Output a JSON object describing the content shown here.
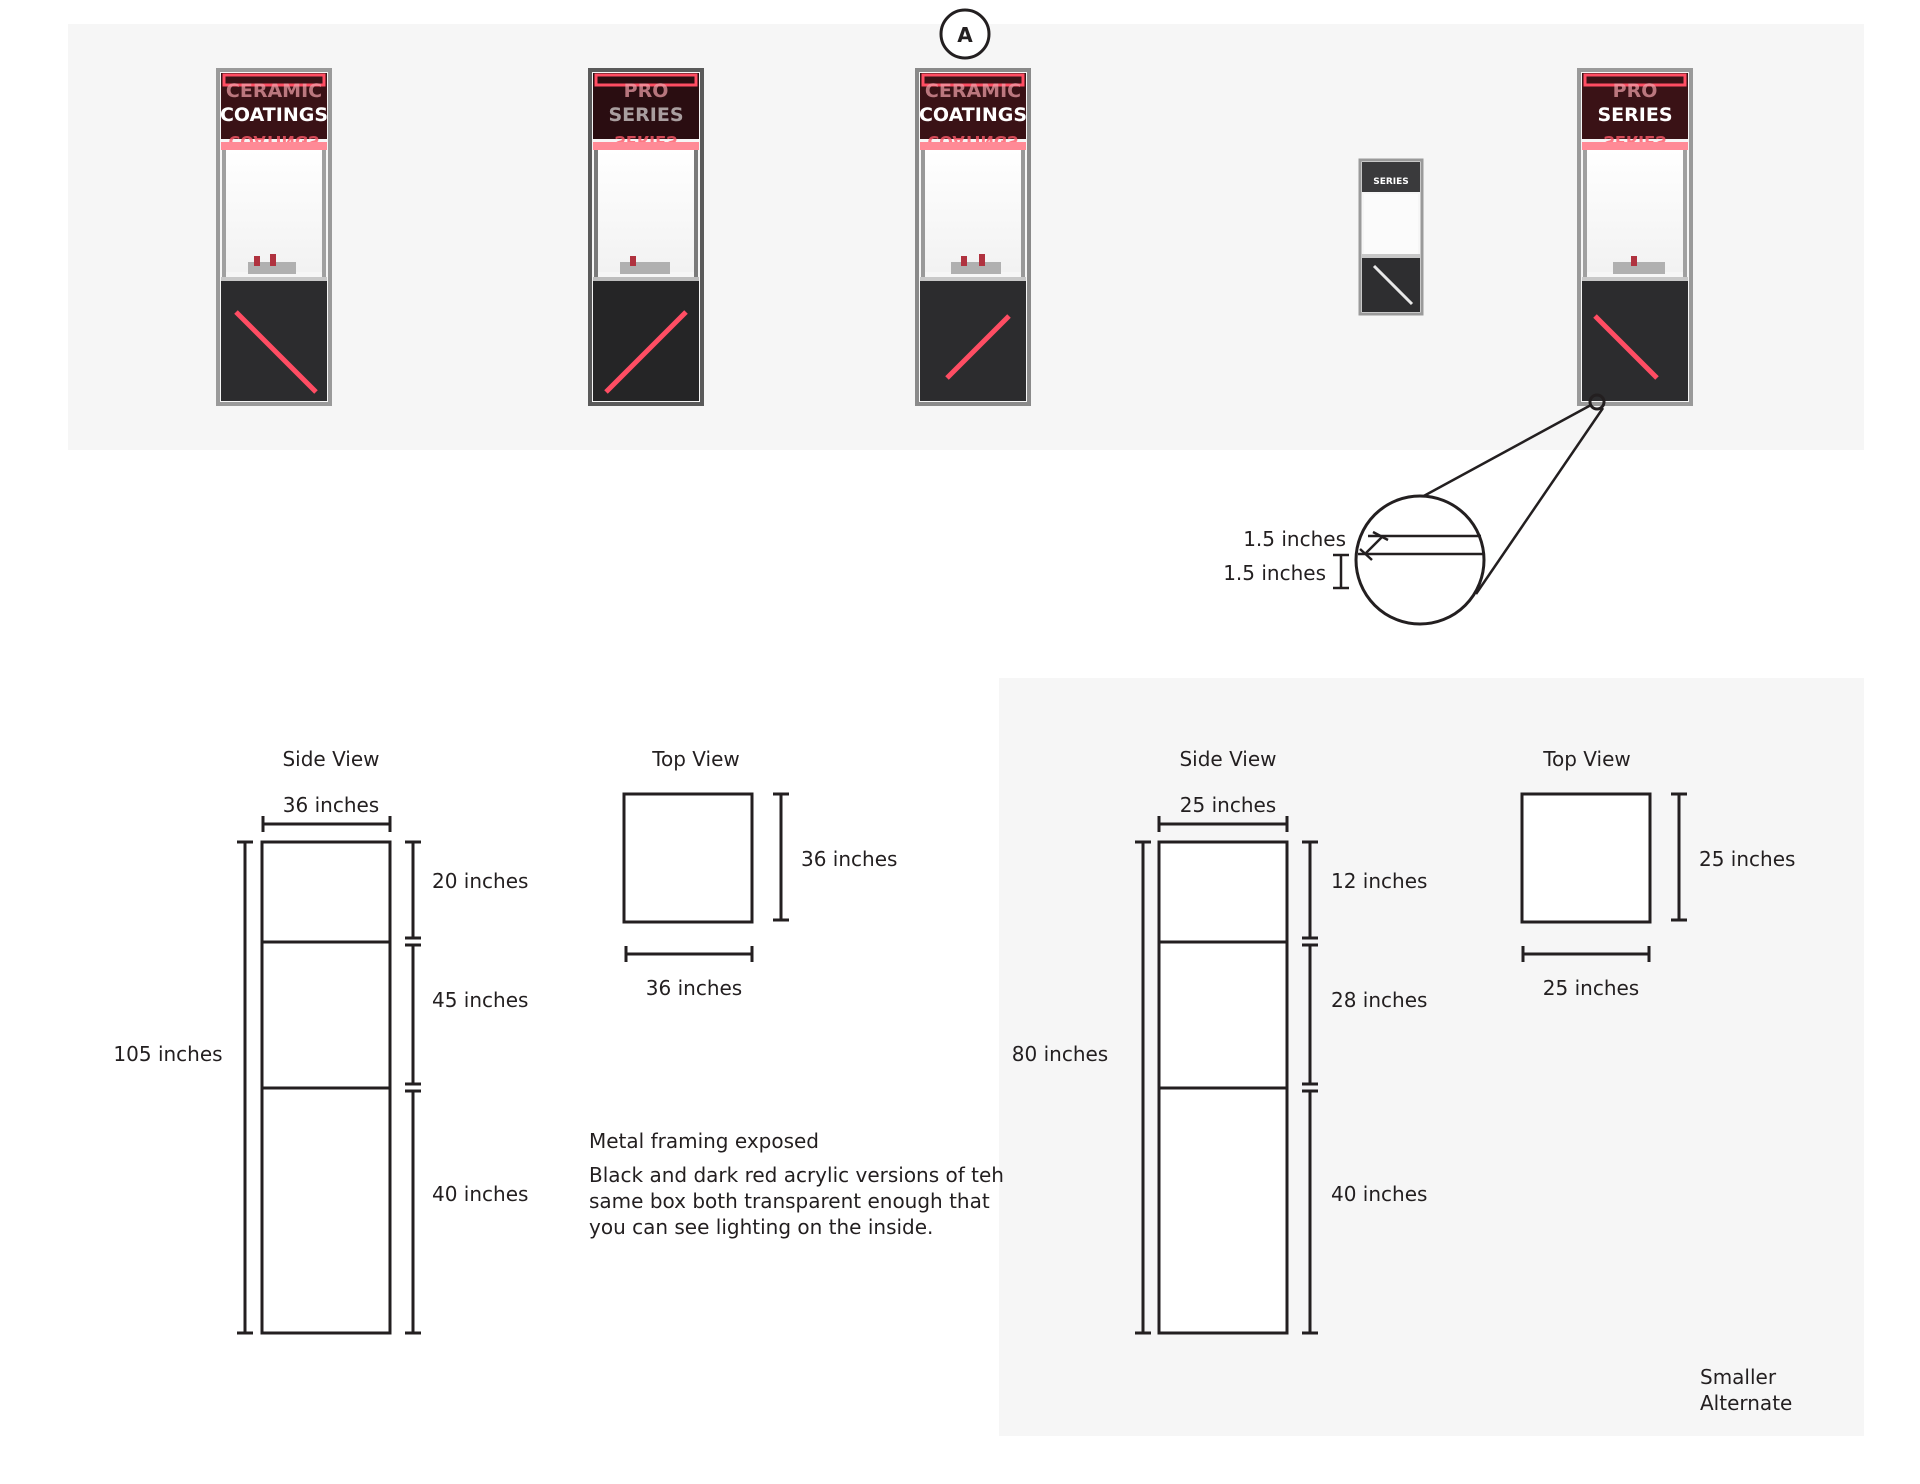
{
  "marker": {
    "label": "A"
  },
  "renders": [
    {
      "top_text": "CERAMIC",
      "main_text": "COATINGS",
      "mirror_text": "COATINGS"
    },
    {
      "top_text": "PRO",
      "main_text": "SERIES",
      "mirror_text": "SERIES"
    },
    {
      "top_text": "CERAMIC",
      "main_text": "COATINGS",
      "mirror_text": "COATINGS"
    },
    {
      "top_text": "PRO",
      "main_text": "SERIES",
      "mirror_text": "SERIES"
    }
  ],
  "small_render": {
    "text": "SERIES"
  },
  "detail": {
    "label_1": "1.5 inches",
    "label_2": "1.5 inches"
  },
  "large": {
    "side_view": {
      "title": "Side View",
      "width": "36 inches",
      "total_height": "105 inches",
      "sections": [
        "20 inches",
        "45 inches",
        "40 inches"
      ]
    },
    "top_view": {
      "title": "Top View",
      "depth": "36 inches",
      "width": "36 inches"
    }
  },
  "notes": {
    "line_1": "Metal framing exposed",
    "line_2": "Black and dark red acrylic versions of teh",
    "line_3": "same box both transparent enough that",
    "line_4": "you can see lighting on the inside."
  },
  "small": {
    "side_view": {
      "title": "Side View",
      "width": "25 inches",
      "total_height": "80 inches",
      "sections": [
        "12 inches",
        "28 inches",
        "40 inches"
      ]
    },
    "top_view": {
      "title": "Top View",
      "depth": "25 inches",
      "width": "25 inches"
    },
    "caption_1": "Smaller",
    "caption_2": "Alternate"
  },
  "colors": {
    "panel": "#f6f6f6",
    "neon": "#ff4d63",
    "line": "#231f20",
    "cabinet": "#303030"
  }
}
